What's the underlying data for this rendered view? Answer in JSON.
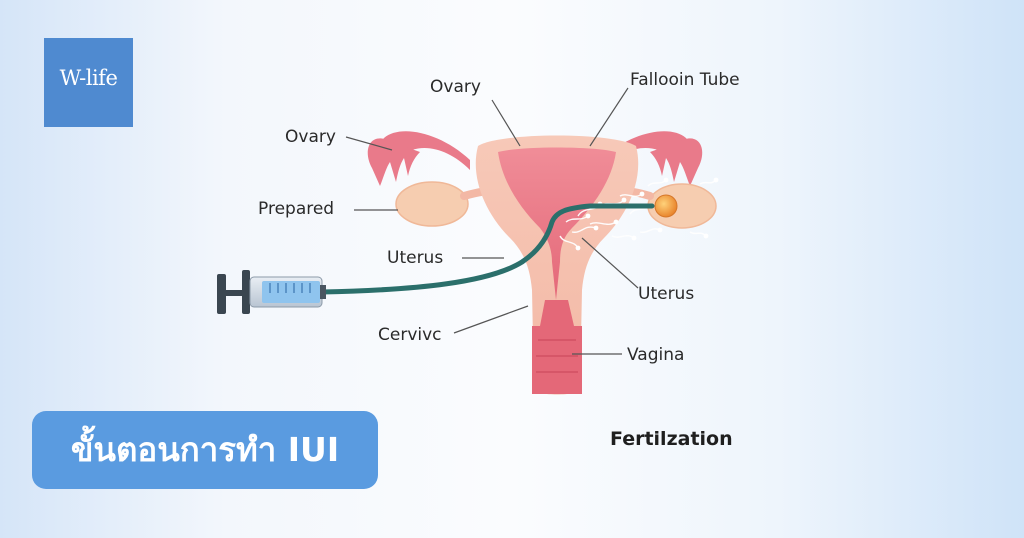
{
  "logo": {
    "name": "W-life",
    "tagline": ""
  },
  "badge": {
    "text": "ขั้นตอนการทำ IUI"
  },
  "labels": {
    "ovary_top": "Ovary",
    "falloin_tube": "Fallooin Tube",
    "ovary_left": "Ovary",
    "prepared": "Prepared",
    "uterus_left": "Uterus",
    "uterus_right": "Uterus",
    "cervix": "Cervivc",
    "vagina": "Vagina",
    "caption": "Fertilzation"
  },
  "colors": {
    "badge": "#5a9be0",
    "logo": "#4f8ad0",
    "tissue_pink": "#e97a8a",
    "tissue_light": "#f5c6b3",
    "catheter": "#2b6f6b",
    "syringe_fluid": "#8fc4ee",
    "egg": "#f0a040"
  }
}
